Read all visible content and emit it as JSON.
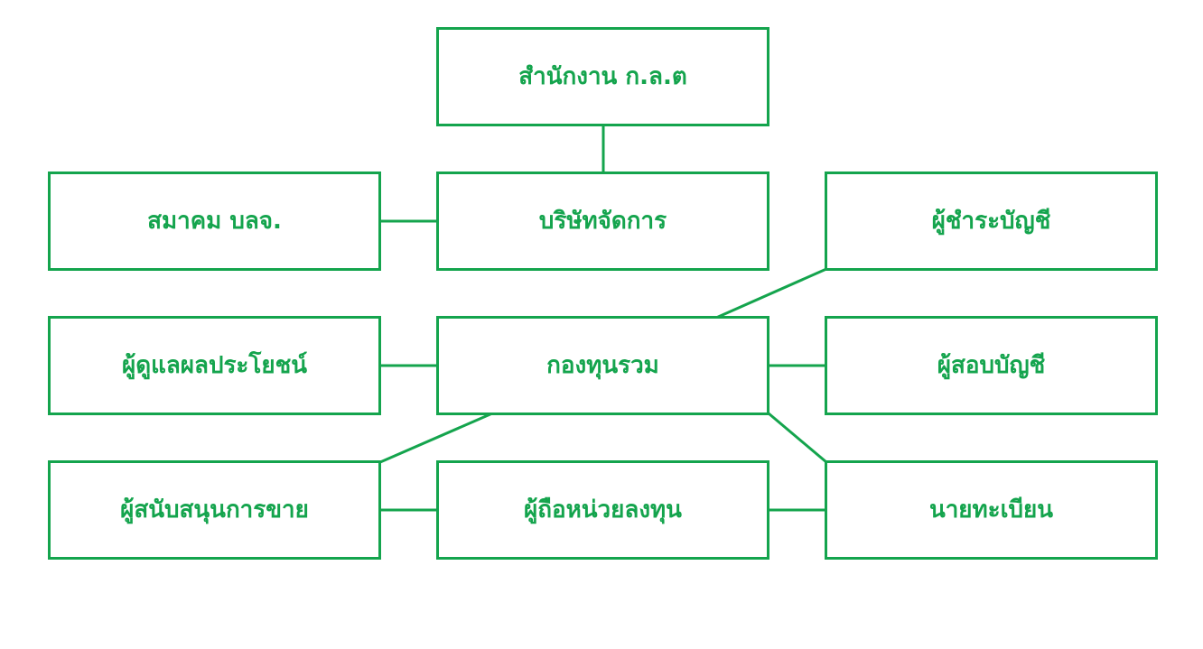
{
  "colors": {
    "accent": "#14a44d",
    "background": "#ffffff"
  },
  "nodes": {
    "sec": "สำนักงาน ก.ล.ต",
    "association": "สมาคม บลจ.",
    "management_company": "บริษัทจัดการ",
    "custodian": "ผู้ชำระบัญชี",
    "trustee": "ผู้ดูแลผลประโยชน์",
    "mutual_fund": "กองทุนรวม",
    "auditor": "ผู้สอบบัญชี",
    "selling_agent": "ผู้สนับสนุนการขาย",
    "unitholder": "ผู้ถือหน่วยลงทุน",
    "registrar": "นายทะเบียน"
  },
  "connections": [
    [
      "sec",
      "management_company"
    ],
    [
      "association",
      "management_company"
    ],
    [
      "custodian",
      "mutual_fund"
    ],
    [
      "trustee",
      "mutual_fund"
    ],
    [
      "auditor",
      "mutual_fund"
    ],
    [
      "mutual_fund",
      "selling_agent"
    ],
    [
      "mutual_fund",
      "registrar"
    ],
    [
      "selling_agent",
      "unitholder"
    ],
    [
      "unitholder",
      "registrar"
    ]
  ]
}
